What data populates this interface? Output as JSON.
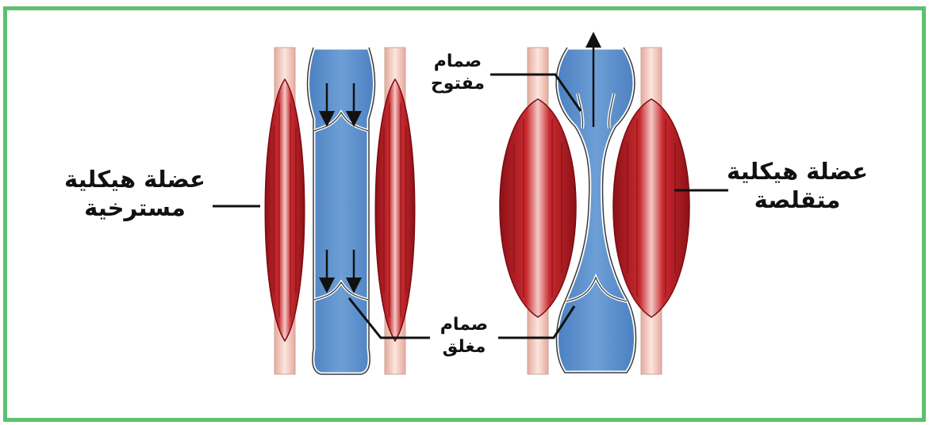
{
  "colors": {
    "border": "#5fbf6e",
    "vein_fill": "#5b8fcc",
    "muscle": "#b01e24",
    "muscle_highlight": "#f3c2c0",
    "tendon": "#f5d6cc"
  },
  "labels": {
    "relaxed_muscle": {
      "line1": "عضلة هيكلية",
      "line2": "مسترخية"
    },
    "contracted_muscle": {
      "line1": "عضلة هيكلية",
      "line2": "متقلصة"
    },
    "open_valve": {
      "line1": "صمام",
      "line2": "مفتوح"
    },
    "closed_valve": {
      "line1": "صمام",
      "line2": "مغلق"
    }
  }
}
